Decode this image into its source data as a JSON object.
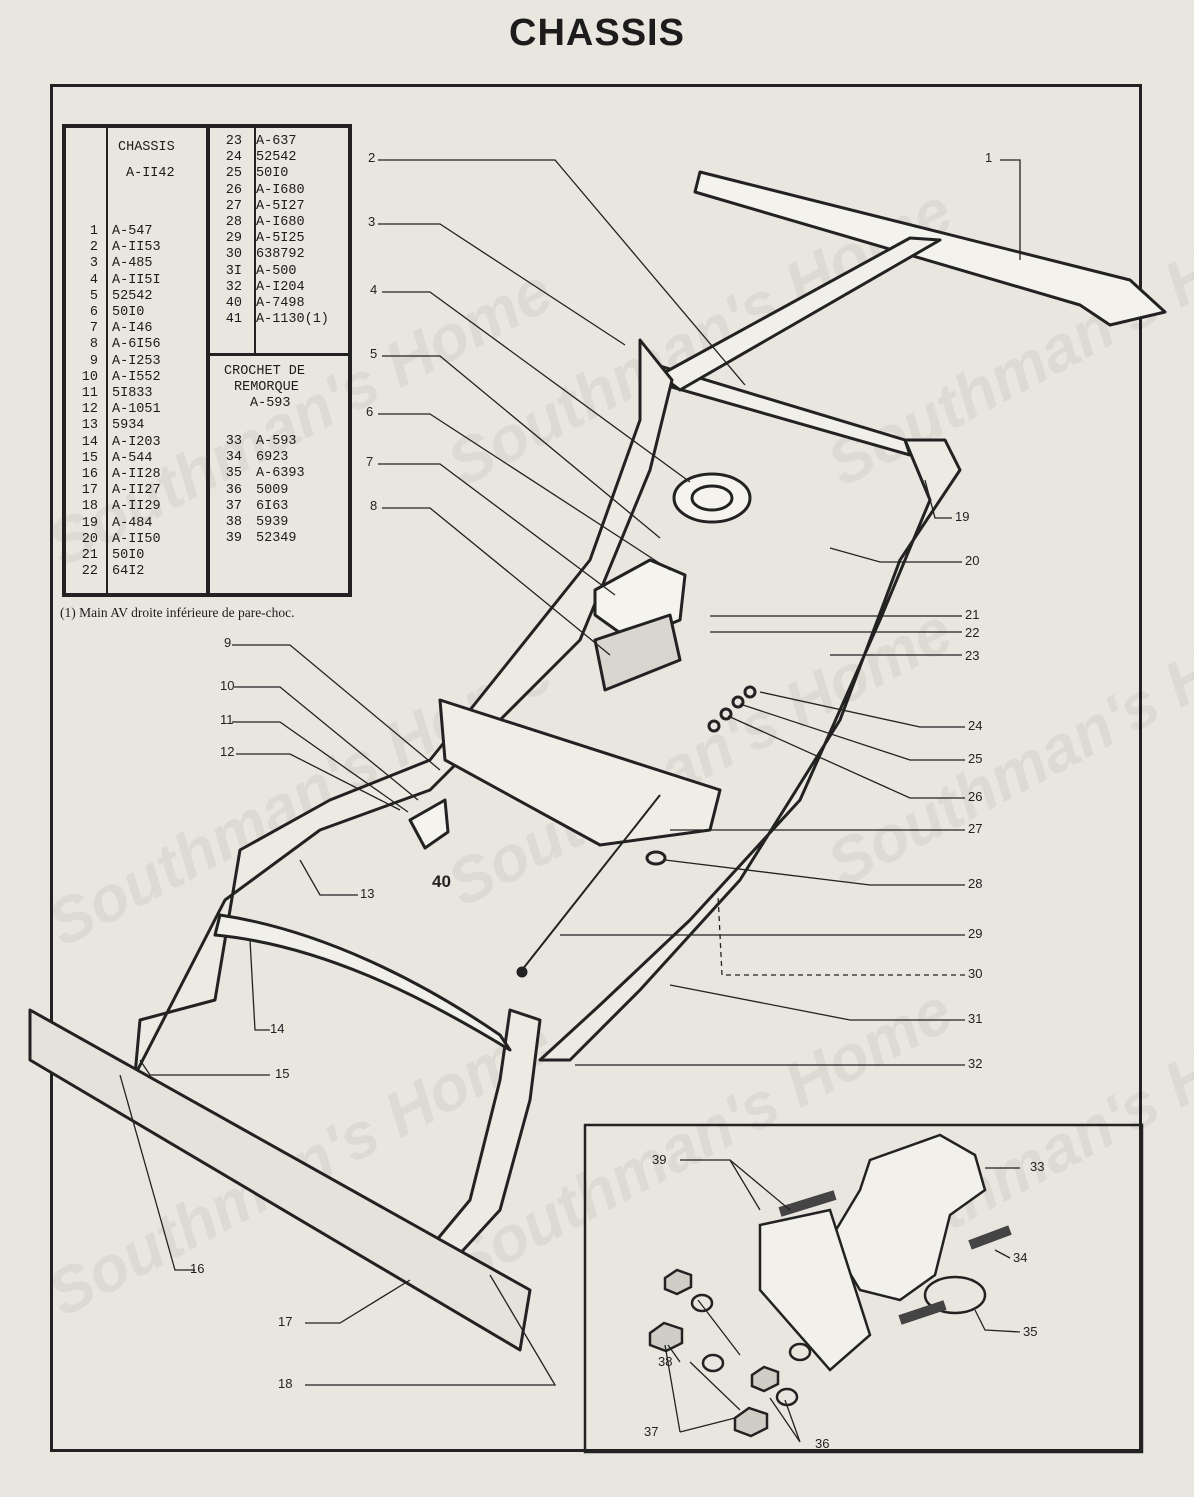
{
  "title": "CHASSIS",
  "table": {
    "chassis_header": "CHASSIS",
    "chassis_number": "A-II42",
    "left_rows": [
      [
        "1",
        "A-547"
      ],
      [
        "2",
        "A-II53"
      ],
      [
        "3",
        "A-485"
      ],
      [
        "4",
        "A-II5I"
      ],
      [
        "5",
        "52542"
      ],
      [
        "6",
        "50I0"
      ],
      [
        "7",
        "A-I46"
      ],
      [
        "8",
        "A-6I56"
      ],
      [
        "9",
        "A-I253"
      ],
      [
        "10",
        "A-I552"
      ],
      [
        "11",
        "5I833"
      ],
      [
        "12",
        "A-1051"
      ],
      [
        "13",
        "5934"
      ],
      [
        "14",
        "A-I203"
      ],
      [
        "15",
        "A-544"
      ],
      [
        "16",
        "A-II28"
      ],
      [
        "17",
        "A-II27"
      ],
      [
        "18",
        "A-II29"
      ],
      [
        "19",
        "A-484"
      ],
      [
        "20",
        "A-II50"
      ],
      [
        "21",
        "50I0"
      ],
      [
        "22",
        "64I2"
      ]
    ],
    "right_rows_top": [
      [
        "23",
        "A-637"
      ],
      [
        "24",
        "52542"
      ],
      [
        "25",
        "50I0"
      ],
      [
        "26",
        "A-I680"
      ],
      [
        "27",
        "A-5I27"
      ],
      [
        "28",
        "A-I680"
      ],
      [
        "29",
        "A-5I25"
      ],
      [
        "30",
        "638792"
      ],
      [
        "3I",
        "A-500"
      ],
      [
        "32",
        "A-I204"
      ],
      [
        "40",
        "A-7498"
      ],
      [
        "41",
        "A-1130(1)"
      ]
    ],
    "crochet_header_1": "CROCHET DE",
    "crochet_header_2": "REMORQUE",
    "crochet_number": "A-593",
    "right_rows_bottom": [
      [
        "33",
        "A-593"
      ],
      [
        "34",
        "6923"
      ],
      [
        "35",
        "A-6393"
      ],
      [
        "36",
        "5009"
      ],
      [
        "37",
        "6I63"
      ],
      [
        "38",
        "5939"
      ],
      [
        "39",
        "52349"
      ]
    ]
  },
  "footnote": "(1) Main AV droite inférieure de pare-choc.",
  "callouts": [
    "1",
    "2",
    "3",
    "4",
    "5",
    "6",
    "7",
    "8",
    "9",
    "10",
    "11",
    "12",
    "13",
    "14",
    "15",
    "16",
    "17",
    "18",
    "19",
    "20",
    "21",
    "22",
    "23",
    "24",
    "25",
    "26",
    "27",
    "28",
    "29",
    "30",
    "31",
    "32",
    "33",
    "34",
    "35",
    "36",
    "37",
    "38",
    "39",
    "40"
  ],
  "watermark": "Southman's Home"
}
